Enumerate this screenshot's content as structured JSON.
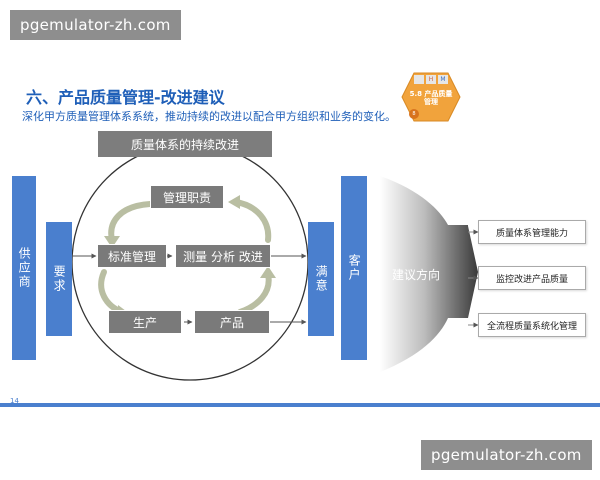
{
  "watermark": {
    "text": "pgemulator-zh.com"
  },
  "header": {
    "title": "六、产品质量管理-改进建议",
    "subtitle": "深化甲方质量管理体系系统，推动持续的改进以配合甲方组织和业务的变化。"
  },
  "badge": {
    "text": "5.8 产品质量管理",
    "letter_h": "H",
    "letter_m": "M",
    "number": "8"
  },
  "diagram": {
    "banner": "质量体系的持续改进",
    "supplier": "供应商",
    "requirement": "要求",
    "customer": "客户",
    "satisfaction": "满意",
    "boxes": {
      "management": "管理职责",
      "standard": "标准管理",
      "measure": "测量 分析 改进",
      "production": "生产",
      "product": "产品"
    },
    "direction": "建议方向",
    "suggestions": [
      "质量体系管理能力",
      "监控改进产品质量",
      "全流程质量系统化管理"
    ]
  },
  "footer": {
    "page_number": "14"
  },
  "colors": {
    "accent": "#4a7fce",
    "title": "#1f5fb8",
    "gray_box": "#7a7a7a"
  }
}
